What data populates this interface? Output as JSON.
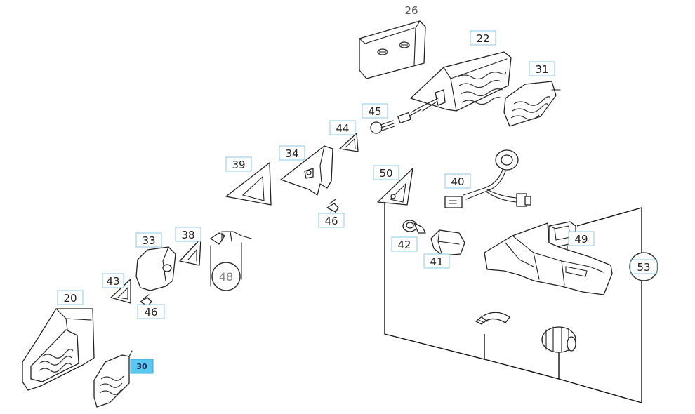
{
  "diagram": {
    "callouts": [
      {
        "key": "c26",
        "label": "26"
      },
      {
        "key": "c22",
        "label": "22"
      },
      {
        "key": "c31",
        "label": "31"
      },
      {
        "key": "c45",
        "label": "45"
      },
      {
        "key": "c44",
        "label": "44"
      },
      {
        "key": "c34",
        "label": "34"
      },
      {
        "key": "c39",
        "label": "39"
      },
      {
        "key": "c50",
        "label": "50"
      },
      {
        "key": "c40",
        "label": "40"
      },
      {
        "key": "c46a",
        "label": "46"
      },
      {
        "key": "c42",
        "label": "42"
      },
      {
        "key": "c41",
        "label": "41"
      },
      {
        "key": "c49",
        "label": "49"
      },
      {
        "key": "c53",
        "label": "53"
      },
      {
        "key": "c33",
        "label": "33"
      },
      {
        "key": "c38",
        "label": "38"
      },
      {
        "key": "c48",
        "label": "48"
      },
      {
        "key": "c43",
        "label": "43"
      },
      {
        "key": "c46b",
        "label": "46"
      },
      {
        "key": "c20",
        "label": "20"
      },
      {
        "key": "c30",
        "label": "30"
      }
    ],
    "selected_part": "30",
    "colors": {
      "highlight": "#5bc8ef",
      "callout_border": "#8ec9e6",
      "line": "#222222"
    }
  }
}
